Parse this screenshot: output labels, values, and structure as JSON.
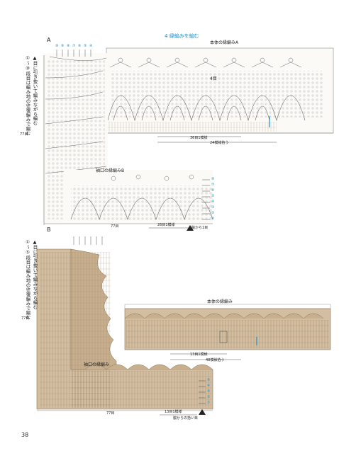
{
  "section_title": "4 縁編みを編む",
  "colors": {
    "line": "#555555",
    "blue": "#1a8fc8",
    "tan": "#d3bea1",
    "tan_dark": "#8a7356",
    "paper": "#ffffff"
  },
  "A": {
    "label": "A",
    "body_title": "本体の縁編みA",
    "row_label": "4目",
    "repeat_label": "36目1模様",
    "pattern_count": "24模様拾う",
    "cuff_title": "袖口の縁編みB",
    "cuff_repeat": "26目1模様",
    "pick_start": "脇から1目",
    "count_77_side": "77目",
    "count_77_bottom": "77目",
    "vertical_note_lines": [
      "▲目に引き抜いて編みながら編む",
      "①〜⑩段目は編み地の往復編みで編む"
    ],
    "row_marks_top": [
      "⑩",
      "⑨",
      "⑧",
      "⑦",
      "⑥",
      "⑤",
      "④"
    ],
    "row_marks_cuff": [
      "⑧",
      "⑦",
      "⑥",
      "⑤",
      "④",
      "③",
      "②",
      "①"
    ]
  },
  "B": {
    "label": "B",
    "body_title": "本体の縁編み",
    "repeat_label": "13目1模様",
    "pattern_count": "48模様拾う",
    "cuff_title": "袖口の縁編み",
    "cuff_repeat": "13目1模様",
    "pick_start": "脇からの拾い目",
    "count_77_side": "77目",
    "count_77_bottom": "77目",
    "vertical_note_lines": [
      "▲目に引き抜いて編みながら編む",
      "①〜⑤段目は編み地の往復編みで編む"
    ],
    "row_marks_cuff": [
      "⑤",
      "④",
      "③",
      "②",
      "①"
    ]
  },
  "page_number": "38"
}
